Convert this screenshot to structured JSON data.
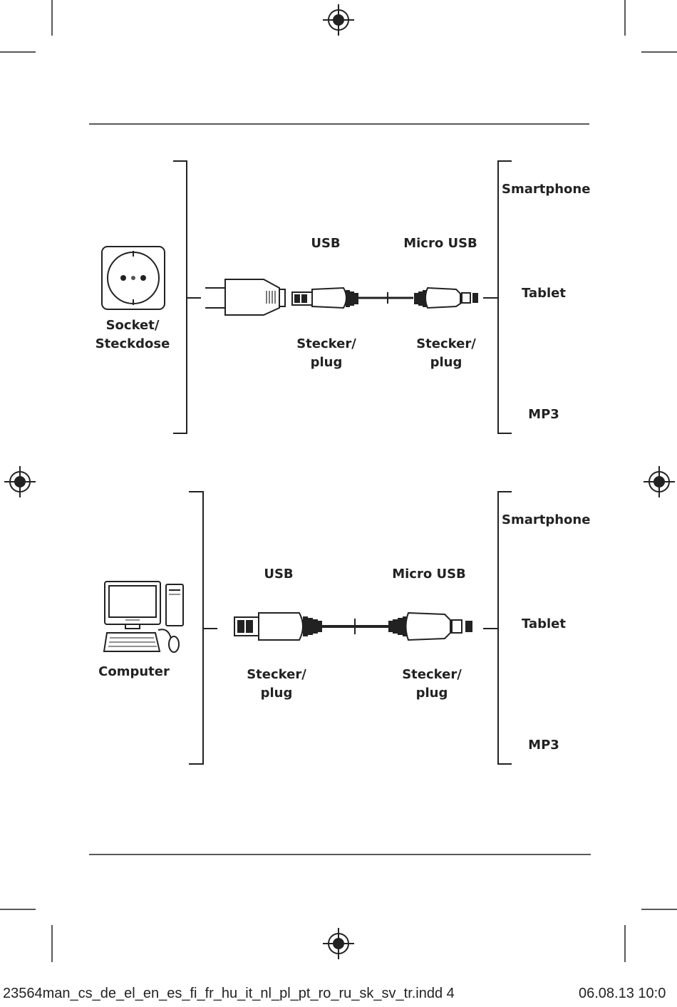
{
  "diagram_top": {
    "source_label": [
      "Socket/",
      "Steckdose"
    ],
    "connector_left": "USB",
    "connector_right": "Micro USB",
    "plug_left": [
      "Stecker/",
      "plug"
    ],
    "plug_right": [
      "Stecker/",
      "plug"
    ],
    "devices": [
      "Smartphone",
      "Tablet",
      "MP3"
    ]
  },
  "diagram_bottom": {
    "source_label": "Computer",
    "connector_left": "USB",
    "connector_right": "Micro USB",
    "plug_left": [
      "Stecker/",
      "plug"
    ],
    "plug_right": [
      "Stecker/",
      "plug"
    ],
    "devices": [
      "Smartphone",
      "Tablet",
      "MP3"
    ]
  },
  "footer": {
    "filename": "23564man_cs_de_el_en_es_fi_fr_hu_it_nl_pl_pt_ro_ru_sk_sv_tr.indd   4",
    "date": "06.08.13   10:0"
  }
}
